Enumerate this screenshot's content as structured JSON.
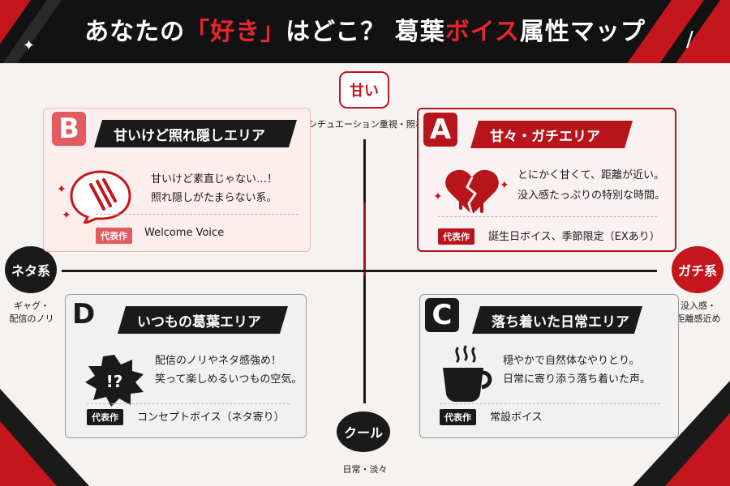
{
  "header": {
    "title_pre": "あなたの",
    "title_emph": "「好き」",
    "title_post": "はどこ？ 葛葉",
    "title_emph2": "ボイス",
    "title_end": "属性マップ"
  },
  "axes": {
    "top": {
      "label": "甘い",
      "sub": "シチュエーション重視・照れ"
    },
    "bottom": {
      "label": "クール",
      "sub": "日常・淡々"
    },
    "left": {
      "label": "ネタ系",
      "sub": "ギャグ・\n配信のノリ"
    },
    "right": {
      "label": "ガチ系",
      "sub": "没入感・\n距離感近め"
    }
  },
  "quadrants": {
    "b": {
      "letter": "B",
      "title": "甘いけど照れ隠しエリア",
      "desc1": "甘いけど素直じゃない…！",
      "desc2": "照れ隠しがたまらない系。",
      "rep_label": "代表作",
      "rep_value": "Welcome Voice",
      "icon": "speech-bubble-claw-icon"
    },
    "a": {
      "letter": "A",
      "title": "甘々・ガチエリア",
      "desc1": "とにかく甘くて、距離が近い。",
      "desc2": "没入感たっぷりの特別な時間。",
      "rep_label": "代表作",
      "rep_value": "誕生日ボイス、季節限定（EXあり）",
      "icon": "broken-heart-icon"
    },
    "d": {
      "letter": "D",
      "title": "いつもの葛葉エリア",
      "desc1": "配信のノリやネタ感強め！",
      "desc2": "笑って楽しめるいつもの空気。",
      "rep_label": "代表作",
      "rep_value": "コンセプトボイス（ネタ寄り）",
      "icon": "exclamation-question-burst-icon"
    },
    "c": {
      "letter": "C",
      "title": "落ち着いた日常エリア",
      "desc1": "穏やかで自然体なやりとり。",
      "desc2": "日常に寄り添う落ち着いた声。",
      "rep_label": "代表作",
      "rep_value": "常設ボイス",
      "icon": "coffee-cup-icon"
    }
  },
  "colors": {
    "accent_red": "#c4161c",
    "dark": "#1a1a1a",
    "background": "#f6f2f0"
  }
}
